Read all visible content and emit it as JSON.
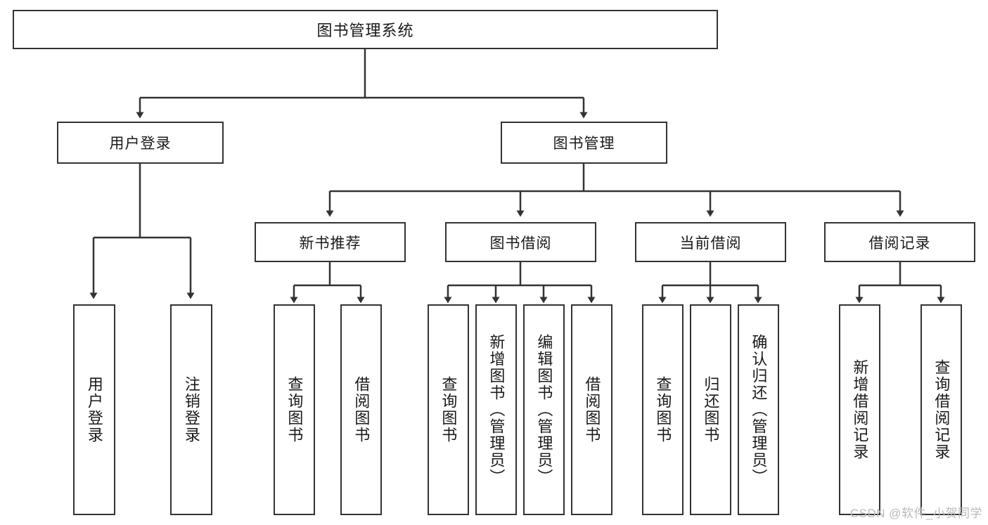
{
  "diagram": {
    "title": "图书管理系统",
    "type": "tree",
    "root": {
      "label": "图书管理系统"
    },
    "level1": [
      {
        "label": "用户登录"
      },
      {
        "label": "图书管理"
      }
    ],
    "level2": [
      {
        "label": "新书推荐",
        "parent": "图书管理"
      },
      {
        "label": "图书借阅",
        "parent": "图书管理"
      },
      {
        "label": "当前借阅",
        "parent": "图书管理"
      },
      {
        "label": "借阅记录",
        "parent": "图书管理"
      }
    ],
    "leaves": {
      "user_login": [
        {
          "label": "用户登录"
        },
        {
          "label": "注销登录"
        }
      ],
      "new_book_recommend": [
        {
          "label": "查询图书"
        },
        {
          "label": "借阅图书"
        }
      ],
      "book_borrow": [
        {
          "label": "查询图书"
        },
        {
          "label": "新增图书（管理员）"
        },
        {
          "label": "编辑图书（管理员）"
        },
        {
          "label": "借阅图书"
        }
      ],
      "current_borrow": [
        {
          "label": "查询图书"
        },
        {
          "label": "归还图书"
        },
        {
          "label": "确认归还（管理员）"
        }
      ],
      "borrow_record": [
        {
          "label": "新增借阅记录"
        },
        {
          "label": "查询借阅记录"
        }
      ]
    }
  },
  "watermark": {
    "text": "CSDN @软件_小贺同学"
  },
  "colors": {
    "border": "#333333",
    "background": "#ffffff",
    "text": "#1a1a1a",
    "watermark": "#b9b9b9"
  }
}
